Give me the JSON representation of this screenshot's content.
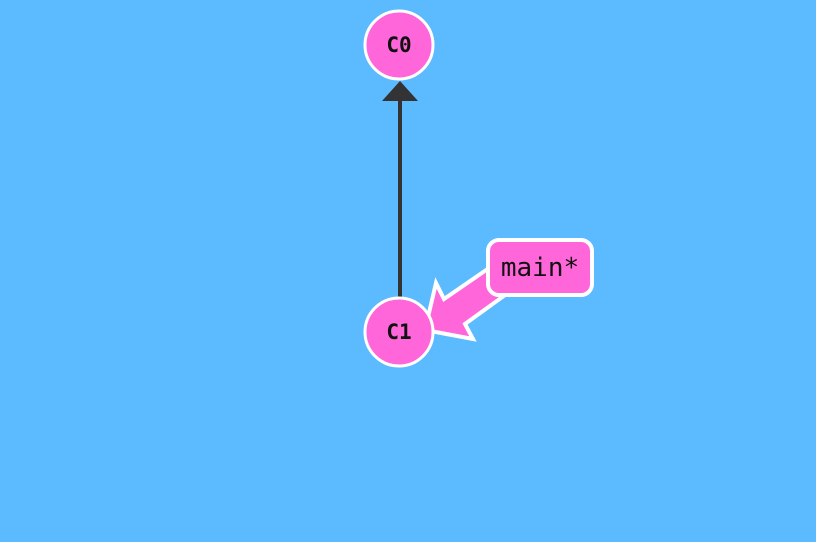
{
  "diagram": {
    "background_color": "#5cbaff",
    "commits": [
      {
        "id": "C0",
        "label": "C0",
        "color": "#ff66d9"
      },
      {
        "id": "C1",
        "label": "C1",
        "color": "#ff66d9"
      }
    ],
    "edges": [
      {
        "from": "C1",
        "to": "C0",
        "color": "#333333"
      }
    ],
    "branches": [
      {
        "name": "main*",
        "target": "C1",
        "color": "#ff66d9",
        "checked_out": true
      }
    ]
  }
}
